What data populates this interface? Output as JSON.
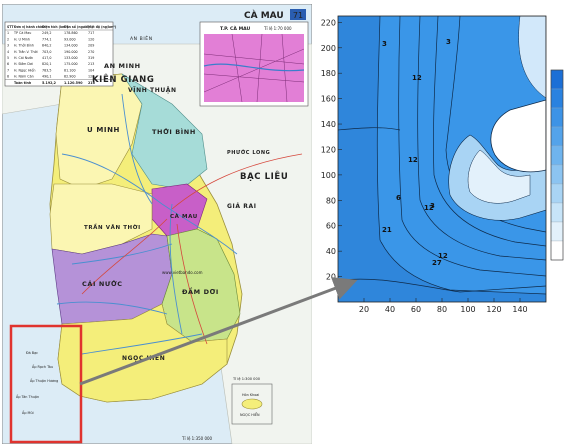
{
  "map": {
    "title": "CÀ MAU",
    "page_number": "71",
    "inset_title": "T.P. CÀ MAU",
    "inset_scale": "Tỉ lệ 1:70 000",
    "island_scale": "Tỉ lệ 1:300 000",
    "main_scale": "Tỉ lệ 1:350 000",
    "website": "www.vietbando.com",
    "region_labels": [
      {
        "text": "AN BIÊN"
      },
      {
        "text": "AN MINH"
      },
      {
        "text": "KIÊN GIANG"
      },
      {
        "text": "VĨNH THUẬN"
      },
      {
        "text": "U MINH"
      },
      {
        "text": "THỚI BÌNH"
      },
      {
        "text": "PHƯỚC LONG"
      },
      {
        "text": "BẠC LIÊU"
      },
      {
        "text": "GIÁ RAI"
      },
      {
        "text": "TRẦN VĂN THỜI"
      },
      {
        "text": "CÀ MAU"
      },
      {
        "text": "CÁI NƯỚC"
      },
      {
        "text": "ĐẦM DƠI"
      },
      {
        "text": "NGỌC HIỂN"
      }
    ],
    "coast_labels": [
      {
        "text": "Đá Bạc"
      },
      {
        "text": "Ấp Rạch Tàu"
      },
      {
        "text": "Ấp Thuận Hương"
      },
      {
        "text": "Ấp Tân Thuận"
      },
      {
        "text": "Ấp Mũi"
      },
      {
        "text": "Hòn Khoai"
      },
      {
        "text": "NGỌC HIỂN"
      }
    ],
    "legend_table": {
      "headers": [
        "STT",
        "Đơn vị hành chính",
        "Diện tích (km²)",
        "Dân số (người)",
        "Mật độ (ng/km²)"
      ],
      "rows": [
        [
          "1",
          "TP Cà Mau",
          "249,2",
          "178.860",
          "717"
        ],
        [
          "2",
          "H. U Minh",
          "774,1",
          "93.000",
          "120"
        ],
        [
          "3",
          "H. Thới Bình",
          "640,2",
          "134.000",
          "209"
        ],
        [
          "4",
          "H. Trần V. Thời",
          "703,0",
          "190.000",
          "270"
        ],
        [
          "5",
          "H. Cái Nước",
          "417,0",
          "133.000",
          "319"
        ],
        [
          "6",
          "H. Đầm Dơi",
          "820,1",
          "175.000",
          "213"
        ],
        [
          "7",
          "H. Ngọc Hiển",
          "783,5",
          "81.100",
          "104"
        ],
        [
          "8",
          "H. Năm Căn",
          "490,1",
          "62.900",
          "128"
        ]
      ],
      "total": [
        "",
        "Toàn tỉnh",
        "5.192,2",
        "1.120.590",
        "216"
      ]
    },
    "colors": {
      "sea": "#dcecf6",
      "yellow": "#f4ee7a",
      "light_yellow": "#fbf6b2",
      "purple": "#b592d8",
      "magenta": "#c85fc8",
      "cyan": "#a6dcd8",
      "green": "#c8e48a",
      "frame": "#e0332e"
    }
  },
  "contour": {
    "x_ticks": [
      "20",
      "40",
      "60",
      "80",
      "100",
      "120",
      "140"
    ],
    "y_ticks": [
      "20",
      "40",
      "60",
      "80",
      "100",
      "120",
      "140",
      "160",
      "180",
      "200",
      "220"
    ],
    "contour_labels": [
      "3",
      "12",
      "3",
      "12",
      "3",
      "12",
      "6",
      "21",
      "27",
      "12"
    ],
    "colorbar_colors": [
      "#1c6fd6",
      "#2a82e0",
      "#3d93e6",
      "#54a3ea",
      "#6fb4ee",
      "#8cc4f1",
      "#a9d4f4",
      "#c7e4f8",
      "#e3f1fb",
      "#ffffff"
    ],
    "fill_color": "#3a96e8"
  }
}
